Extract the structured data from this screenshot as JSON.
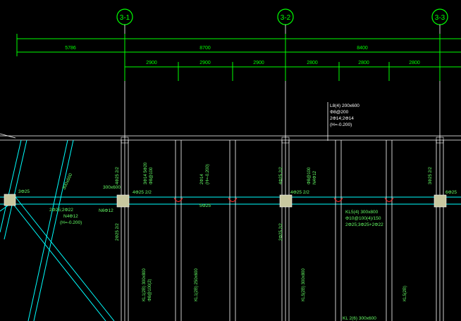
{
  "colors": {
    "background": "#000000",
    "dimension": "#00ff00",
    "beam": "#00ffff",
    "label": "#66ff66",
    "grid_line": "#ffffff",
    "column": "#c8c8a0",
    "note": "#ffffff",
    "arc": "#ff3030"
  },
  "axes": [
    {
      "label": "3-1"
    },
    {
      "label": "3-2"
    },
    {
      "label": "3-3"
    }
  ],
  "dimensions": {
    "top": [
      "5786",
      "8700",
      "8400"
    ],
    "bottom": [
      "2900",
      "2900",
      "2900",
      "2800",
      "2800",
      "2800"
    ]
  },
  "note_block": {
    "lines": [
      "L8(4) 200x600",
      "Φ8@200",
      "2Φ14;2Φ14",
      "(H=-0.200)"
    ]
  },
  "beam_labels": {
    "left_cluster_a": "300x600",
    "left_cluster_b": "2Φ25;2Φ22",
    "left_cluster_c": "N4Φ12",
    "left_cluster_d": "(H=-0.200)",
    "left_tag": "3Φ25",
    "mid_a": "300x600",
    "mid_b": "N6Φ12",
    "span1": "4Φ25 2/2",
    "span2": "5Φ25",
    "span3": "4Φ25 2/2",
    "span4": "6Φ25",
    "kl_a": "KL5(4) 300x800",
    "kl_b": "Φ10@100(4)/150",
    "kl_c": "2Φ25;3Φ25+2Φ22",
    "bottom_kl": "KL 2(6) 300x600"
  },
  "vertical_labels": [
    "3Φ14 5Φ20",
    "Φ8@100",
    "2Φ14",
    "(H=-0.200)",
    "4Φ25 2/2",
    "2Φ25 2/2",
    "Φ8@100(2)",
    "KL1(2B) 300x800",
    "KL1(2B) 250x600",
    "4Φ25 2/2",
    "Φ8@100",
    "N4Φ12",
    "2Φ25 2/2",
    "KL5(2B) 300x800",
    "KL5(2B)",
    "3Φ25 2/2"
  ]
}
